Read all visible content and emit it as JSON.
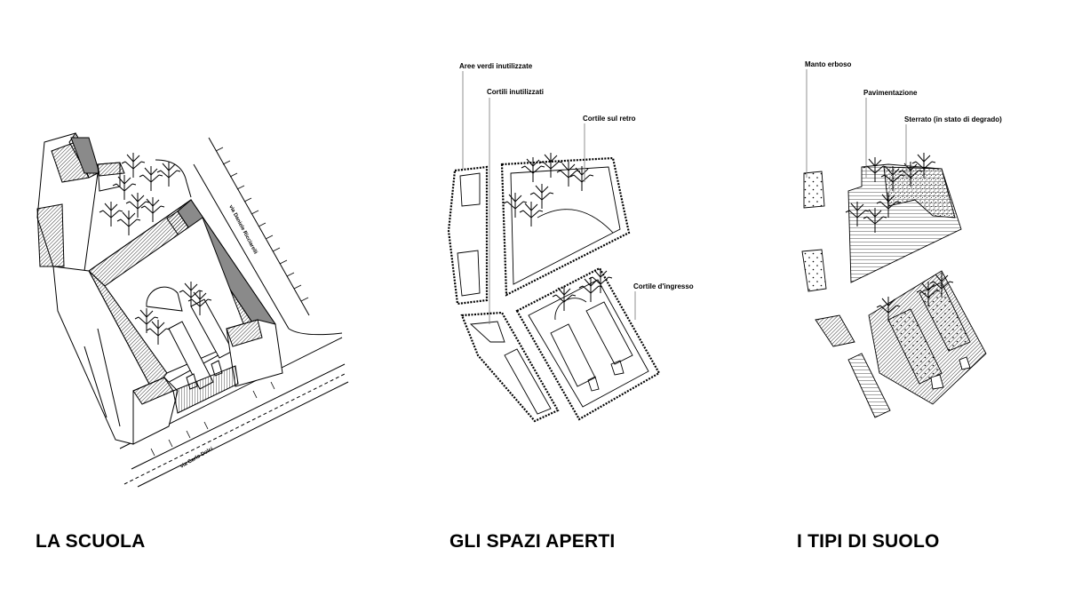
{
  "panels": [
    {
      "title": "LA SCUOLA",
      "streets": [
        "via Daniele Ricciarelli",
        "via Carlo Dolci"
      ]
    },
    {
      "title": "GLI SPAZI APERTI",
      "labels": [
        "Aree verdi inutilizzate",
        "Cortili inutilizzati",
        "Cortile sul retro",
        "Cortile d'ingresso"
      ]
    },
    {
      "title": "I TIPI DI SUOLO",
      "labels": [
        "Manto erboso",
        "Pavimentazione",
        "Sterrato (in stato di degrado)"
      ]
    }
  ],
  "colors": {
    "ink": "#000000",
    "roof_dark": "#8a8a8a"
  }
}
